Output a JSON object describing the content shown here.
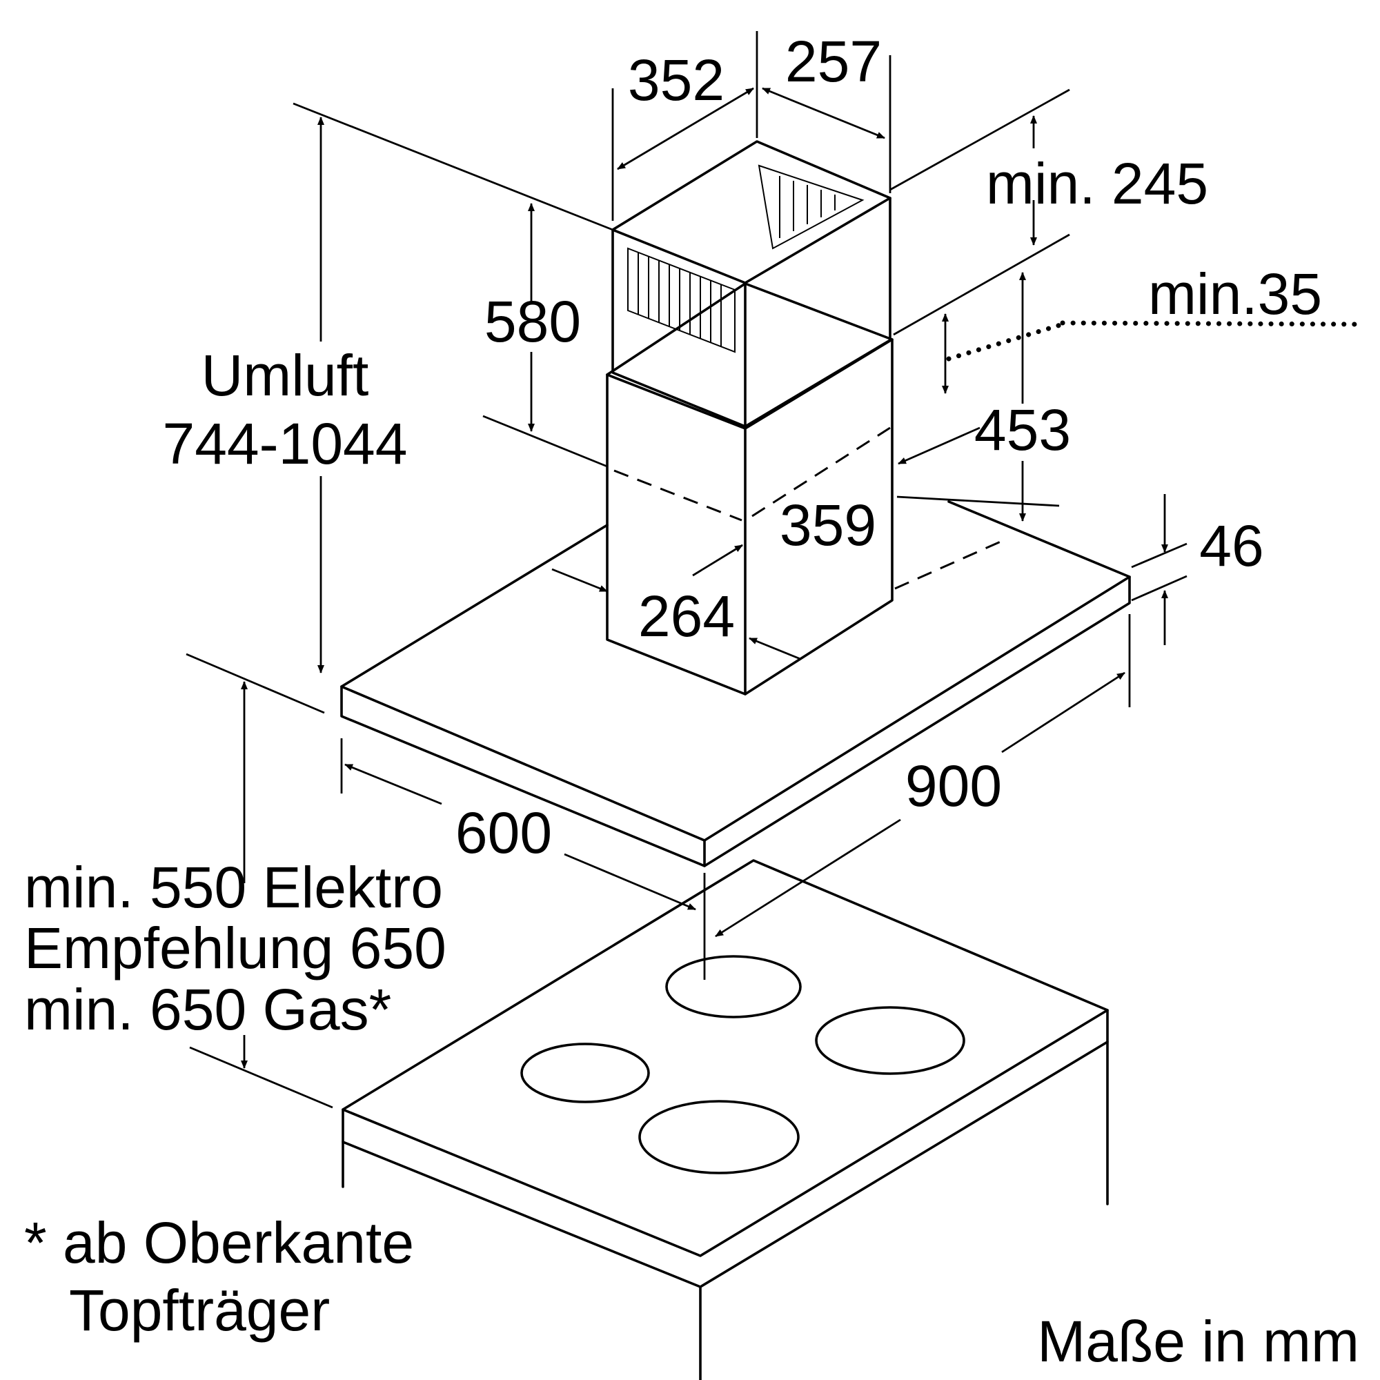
{
  "dimensions": {
    "chimney_width_top": "352",
    "chimney_depth_top": "257",
    "upper_chimney_height": "580",
    "recirc_label": "Umluft",
    "recirc_height": "744-1044",
    "min_top_clearance": "min. 245",
    "min_overlap": "min.35",
    "lower_chimney_height": "453",
    "lower_chimney_depth": "359",
    "lower_chimney_width": "264",
    "canopy_thickness": "46",
    "hood_width": "900",
    "hood_depth": "600"
  },
  "install_notes": {
    "line1": "min. 550 Elektro",
    "line2": "Empfehlung 650",
    "line3": "min. 650 Gas*"
  },
  "footnote": {
    "line1": "* ab Oberkante",
    "line2": "Topfträger"
  },
  "units_label": "Maße in mm"
}
